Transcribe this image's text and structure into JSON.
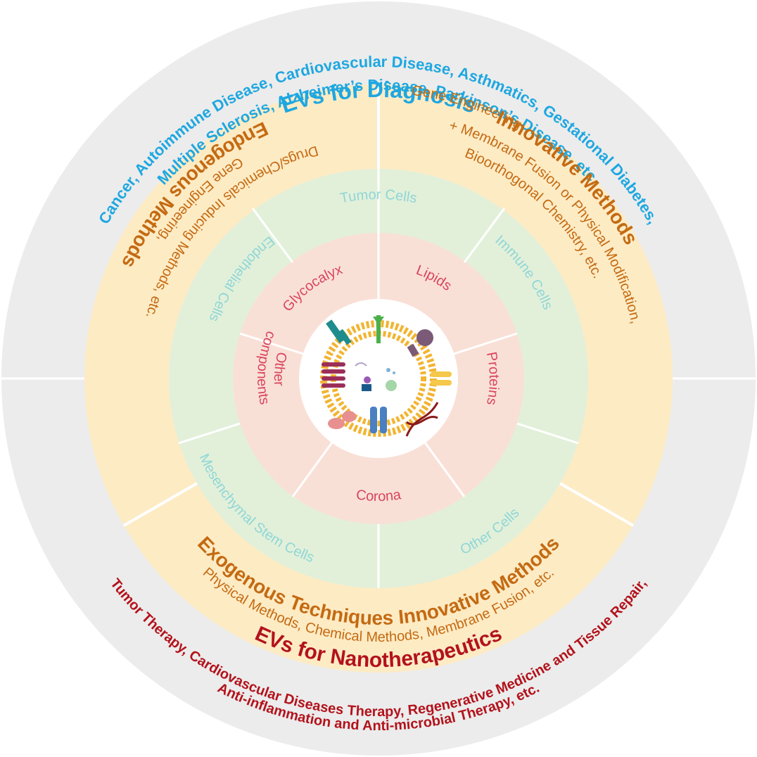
{
  "diagnosis": {
    "title": "EVs for Diagnosis",
    "line1": "Cancer, Autoimmune Disease, Cardiovascular Disease, Asthmatics, Gestational Diabetes,",
    "line2": "Multiple Sclerosis, Alzheimer’s Disease, Parkinson’s Disease, etc."
  },
  "therapeutics": {
    "title": "EVs for Nanotherapeutics",
    "line1": "Tumor Therapy, Cardiovascular Diseases Therapy, Regenerative Medicine and Tissue Repair,",
    "line2": "Anti-inflammation and Anti-microbial Therapy, etc."
  },
  "methods": {
    "endogenous": {
      "title": "Endogenous Methods",
      "line1": "Gene Engineering,",
      "line2": "Drugs/Chemicals Inducing Methods, etc."
    },
    "innovative": {
      "title": "Innovative Methods",
      "line0": "Gene Engineering",
      "line1": "+ Membrane Fusion or Physical Modification,",
      "line2": "Bioorthogonal Chemistry, etc."
    },
    "exogenous": {
      "title": "Exogenous Techniques Innovative Methods",
      "line1": "Physical Methods, Chemical Methods, Membrane Fusion, etc."
    }
  },
  "cells": {
    "tumor": "Tumor Cells",
    "immune": "Immune Cells",
    "other": "Other Cells",
    "mesenchymal": "Mesenchymal Stem Cells",
    "endothelial": "Endothelial Cells"
  },
  "components": {
    "lipids": "Lipids",
    "proteins": "Proteins",
    "corona": "Corona",
    "other_line1": "Other",
    "other_line2": "components",
    "glycocalyx": "Glycocalyx"
  },
  "colors": {
    "outer_ring": "#ececec",
    "methods_ring": "#fdebc4",
    "cells_ring": "#e2f0da",
    "components_ring": "#f9e0d6",
    "diagnosis_text": "#1ea7e1",
    "therapeutics_text": "#b3121b",
    "methods_text": "#c46a12",
    "cells_text": "#8fd6d6",
    "components_text": "#d9455f"
  }
}
